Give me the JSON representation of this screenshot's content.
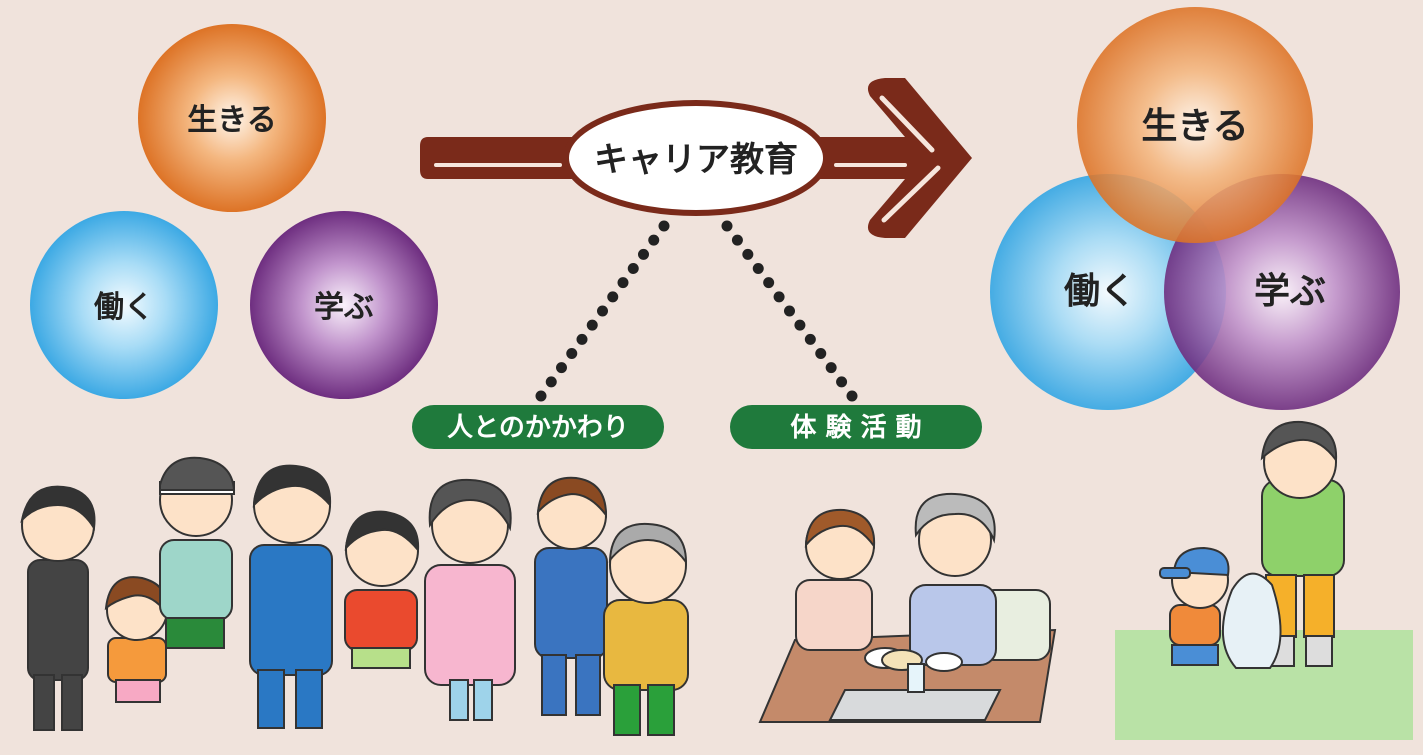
{
  "left_circles": {
    "live": "生きる",
    "work": "働く",
    "learn": "学ぶ"
  },
  "right_circles": {
    "live": "生きる",
    "work": "働く",
    "learn": "学ぶ"
  },
  "arrow_label": "キャリア教育",
  "tags": {
    "relations": "人とのかかわり",
    "experience": "体 験 活 動"
  },
  "colors": {
    "background": "#f0e3dc",
    "arrow": "#7a2a1a",
    "tag": "#1f7a3c",
    "live": "#e07a2a",
    "work": "#48aee6",
    "learn": "#7a3a8c",
    "grass": "#b9e2a6"
  },
  "illustrations": {
    "group": "people-group",
    "care": "elder-care",
    "cleanup": "park-cleanup"
  }
}
